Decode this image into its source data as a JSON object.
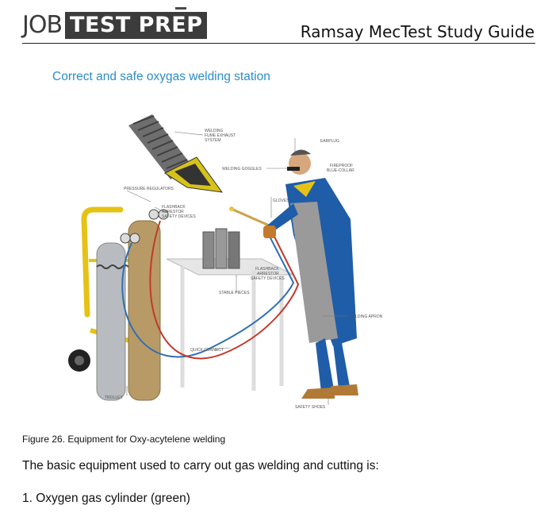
{
  "logo": {
    "part1": "JOB",
    "part2": "TEST PREP"
  },
  "header": {
    "title": "Ramsay MecTest Study Guide"
  },
  "figure": {
    "heading": "Correct and safe oxygas welding station",
    "labels": {
      "fume_exhaust_1": "WELDING",
      "fume_exhaust_2": "FUME EXHAUST",
      "fume_exhaust_3": "SYSTEM",
      "earplug": "EARPLUG",
      "welding_goggles": "WELDING GOGGLES",
      "fireproof_1": "FIREPROOF",
      "fireproof_2": "BLUE-COLLAR",
      "pressure_regulators": "PRESSURE REGULATORS",
      "gloves": "GLOVES",
      "flashback_top_1": "FLASHBACK",
      "flashback_top_2": "ARRESTOR",
      "flashback_top_3": "SAFETY DEVICES",
      "flashback_mid_1": "FLASHBACK",
      "flashback_mid_2": "ARRESTOR",
      "flashback_mid_3": "SAFETY DEVICES",
      "stable_pieces": "STABLE PIECES",
      "welding_apron": "WELDING APRON",
      "quick_connect": "QUICK CONNECT",
      "trolley": "TROLLEY",
      "safety_shoes": "SAFETY SHOES"
    }
  },
  "caption": "Figure 26. Equipment for Oxy-acytelene welding",
  "paragraph": "The basic equipment used to carry out gas welding and cutting is:",
  "list": [
    "1. Oxygen gas cylinder (green)"
  ],
  "colors": {
    "heading_blue": "#2d8dc6",
    "oxygen_hose": "#2f6fb4",
    "fuel_hose": "#c0392b",
    "cylinder_tan": "#b89a66",
    "trolley_yellow": "#e5c215",
    "suit_blue": "#1f5da8"
  }
}
